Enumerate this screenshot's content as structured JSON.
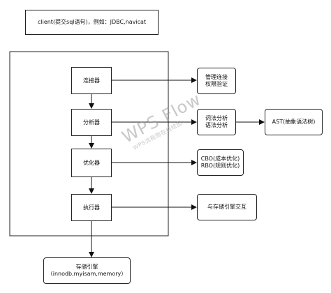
{
  "client": {
    "label": "client(提交sql语句)，例如：JDBC,navicat"
  },
  "server_frame": {},
  "components": [
    {
      "id": "connector",
      "label": "连接器"
    },
    {
      "id": "parser",
      "label": "分析器"
    },
    {
      "id": "optimizer",
      "label": "优化器"
    },
    {
      "id": "executor",
      "label": "执行器"
    }
  ],
  "notes": {
    "connector": [
      "管理连接",
      "权限验证"
    ],
    "parser": [
      "词法分析",
      "语法分析"
    ],
    "ast": "AST(抽象语法树)",
    "optimizer": [
      "CBO(成本优化)",
      "RBO(规则优化)"
    ],
    "executor": "与存储引擎交互"
  },
  "storage": [
    "存储引擎",
    "（innodb,myisam,memory）"
  ],
  "watermark": {
    "line1": "WPS Flow",
    "line2": "WPS流程图在线绘图"
  }
}
